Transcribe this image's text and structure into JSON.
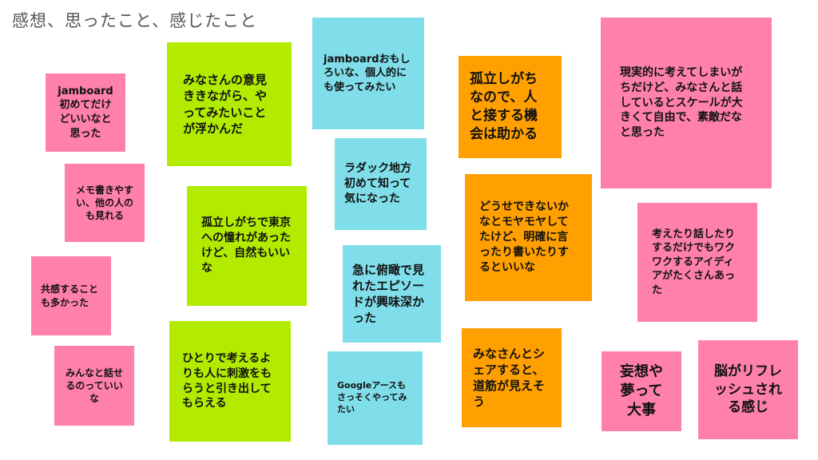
{
  "board_title": "感想、思ったこと、感じたこと",
  "colors": {
    "pink": "#ff80ab",
    "green": "#b2eb00",
    "cyan": "#80deea",
    "orange": "#ffa000"
  },
  "notes": [
    {
      "color": "pink",
      "text": "jamboard初めてだけどいいなと思った"
    },
    {
      "color": "green",
      "text": "みなさんの意見ききながら、やってみたいことが浮かんだ"
    },
    {
      "color": "cyan",
      "text": "jamboardおもしろいな、個人的にも使ってみたい"
    },
    {
      "color": "orange",
      "text": "孤立しがちなので、人と接する機会は助かる"
    },
    {
      "color": "pink",
      "text": "現実的に考えてしまいがちだけど、みなさんと話しているとスケールが大きくて自由で、素敵だなと思った"
    },
    {
      "color": "pink",
      "text": "メモ書きやすい、他の人のも見れる"
    },
    {
      "color": "cyan",
      "text": "ラダック地方初めて知って気になった"
    },
    {
      "color": "green",
      "text": "孤立しがちで東京への憧れがあったけど、自然もいいな"
    },
    {
      "color": "orange",
      "text": "どうせできないかなとモヤモヤしてたけど、明確に言ったり書いたりするといいな"
    },
    {
      "color": "pink",
      "text": "考えたり話したりするだけでもワクワクするアイディアがたくさんあった"
    },
    {
      "color": "pink",
      "text": "共感することも多かった"
    },
    {
      "color": "cyan",
      "text": "急に俯瞰で見れたエピソードが興味深かった"
    },
    {
      "color": "pink",
      "text": "みんなと話せるのっていいな"
    },
    {
      "color": "green",
      "text": "ひとりで考えるよりも人に刺激をもらうと引き出してもらえる"
    },
    {
      "color": "cyan",
      "text": "Googleアースもさっそくやってみたい"
    },
    {
      "color": "orange",
      "text": "みなさんとシェアすると、道筋が見えそう"
    },
    {
      "color": "pink",
      "text": "妄想や夢って大事"
    },
    {
      "color": "pink",
      "text": "脳がリフレッシュされる感じ"
    }
  ]
}
